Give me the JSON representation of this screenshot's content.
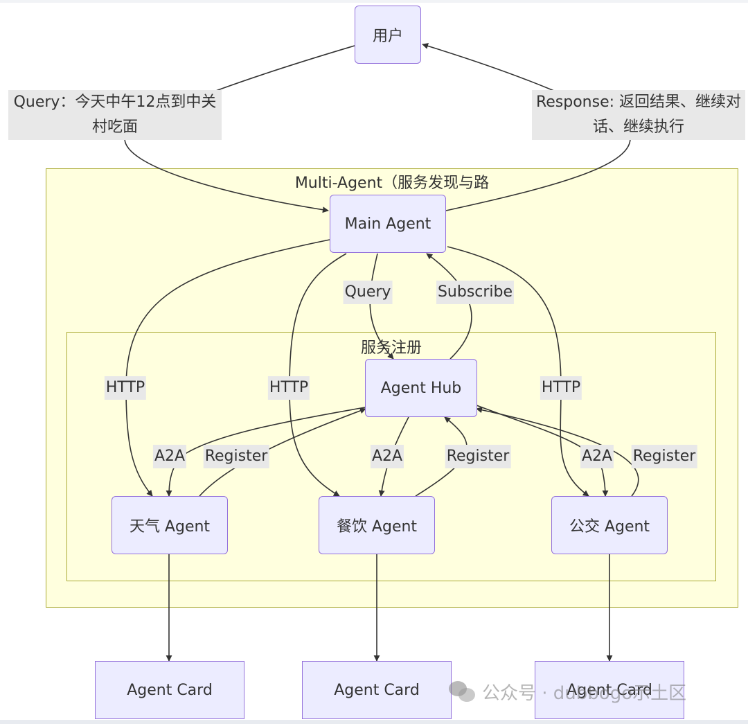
{
  "nodes": {
    "user": "用户",
    "main_agent": "Main Agent",
    "agent_hub": "Agent Hub",
    "weather_agent": "天气 Agent",
    "food_agent": "餐饮 Agent",
    "bus_agent": "公交 Agent",
    "weather_card": "Agent Card",
    "food_card": "Agent Card",
    "bus_card": "Agent Card"
  },
  "clusters": {
    "outer_title": "Multi-Agent（服务发现与路",
    "inner_title": "服务注册"
  },
  "edge_labels": {
    "query_user": "Query：今天中午12点到中关村吃面",
    "response_user": "Response: 返回结果、继续对话、继续执行",
    "query_hub": "Query",
    "subscribe": "Subscribe",
    "http_weather": "HTTP",
    "http_food": "HTTP",
    "http_bus": "HTTP",
    "a2a_weather": "A2A",
    "register_weather": "Register",
    "a2a_food": "A2A",
    "register_food": "Register",
    "a2a_bus": "A2A",
    "register_bus": "Register"
  },
  "watermark": {
    "text": "公众号 · dubbogo示土区",
    "icon": "wechat-icon"
  },
  "colors": {
    "node_fill": "#ececff",
    "node_border": "#9370db",
    "cluster_fill": "#ffffde",
    "cluster_border": "#aaaa33",
    "label_bg": "#e8e8e8",
    "edge": "#333333"
  }
}
